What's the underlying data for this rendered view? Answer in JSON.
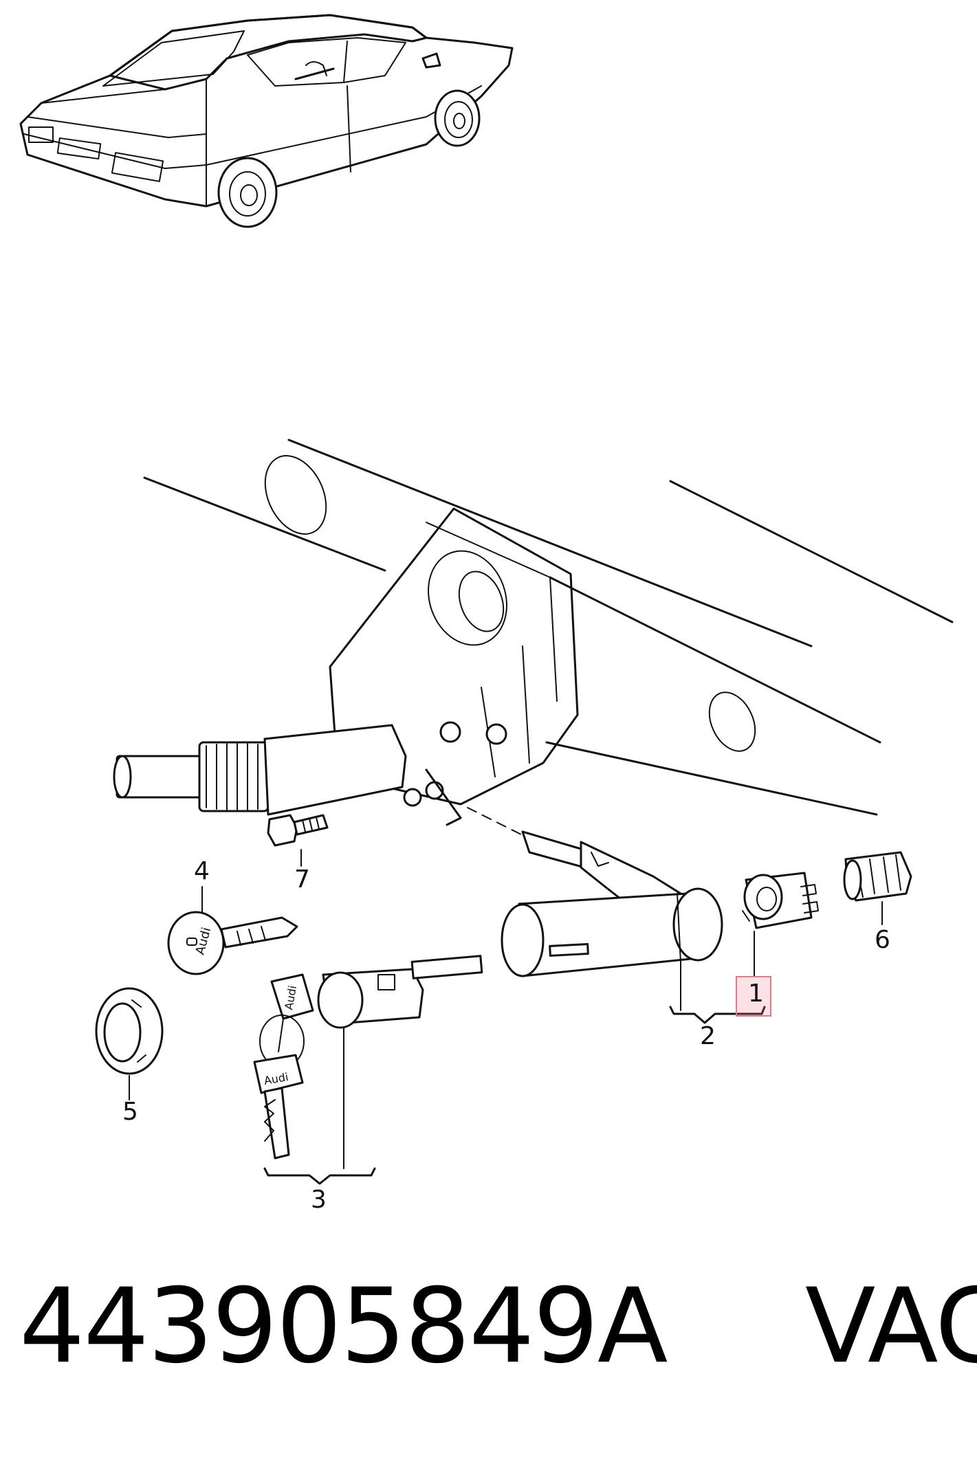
{
  "diagram": {
    "callouts": {
      "c1": "1",
      "c2": "2",
      "c3": "3",
      "c4": "4",
      "c5": "5",
      "c6": "6",
      "c7": "7"
    },
    "highlighted_callout": "1",
    "key_brand_text": "Audi"
  },
  "footer": {
    "part_number": "443905849A",
    "brand": "VAG"
  }
}
